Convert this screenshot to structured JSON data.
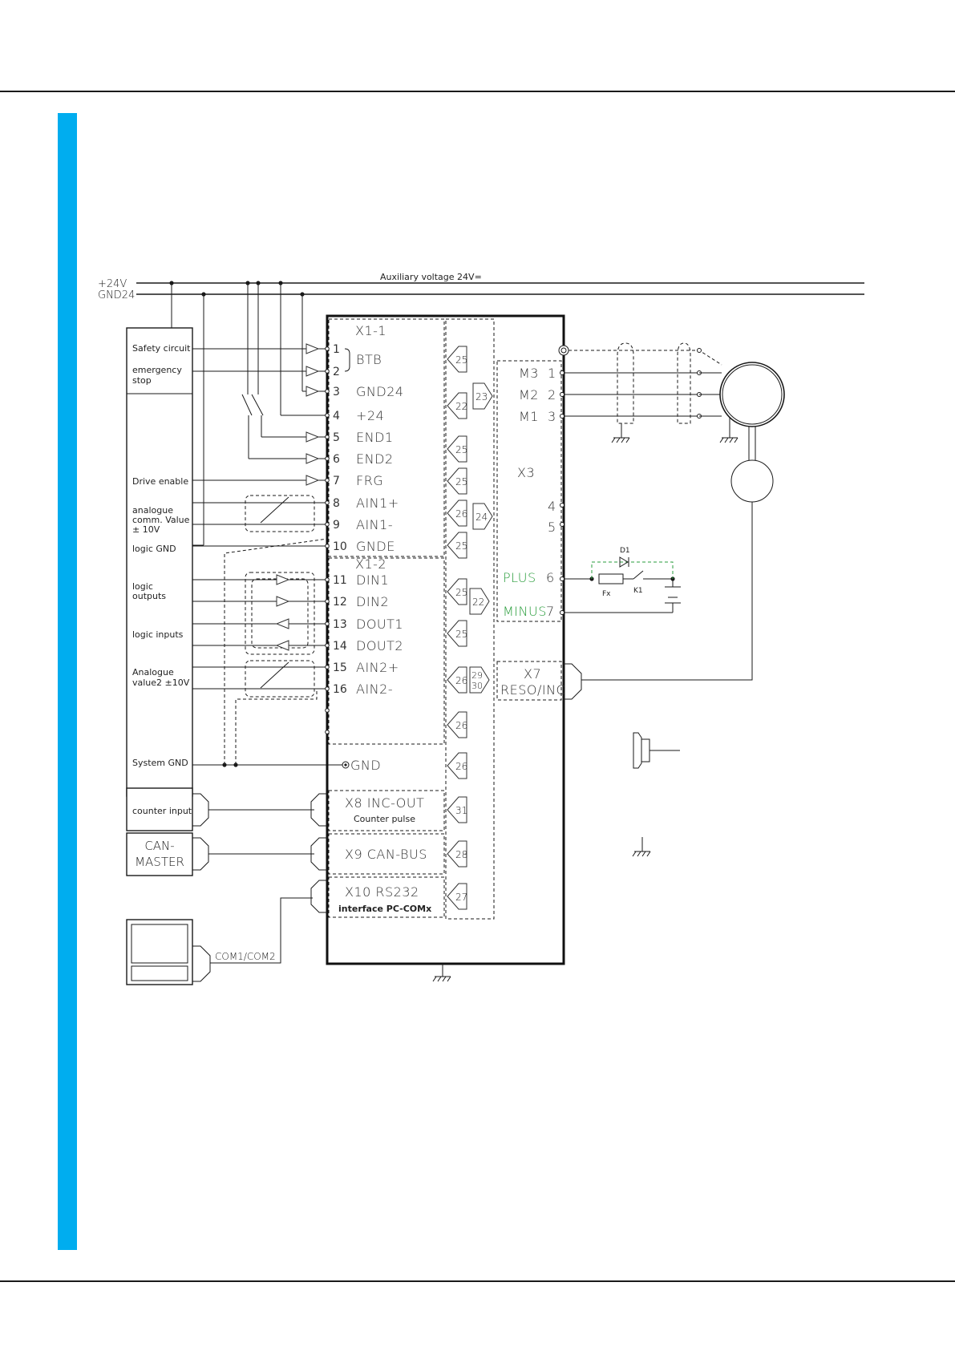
{
  "supply": {
    "plus_24v": "+24V",
    "gnd24": "GND24",
    "aux_voltage": "Auxiliary voltage 24V="
  },
  "left_panel": {
    "safety_circuit": "Safety circuit",
    "emergency_stop_1": "emergency",
    "emergency_stop_2": "stop",
    "drive_enable": "Drive enable",
    "analogue_comm_1": "analogue",
    "analogue_comm_2": "comm. Value",
    "analogue_comm_3": "± 10V",
    "logic_gnd": "logic GND",
    "logic_outputs_1": "logic",
    "logic_outputs_2": "outputs",
    "logic_inputs": "logic inputs",
    "analogue_value2_1": "Analogue",
    "analogue_value2_2": "value2  ±10V",
    "system_gnd": "System GND",
    "counter_input": "counter input",
    "can_master_1": "CAN-",
    "can_master_2": "MASTER",
    "com_port": "COM1/COM2"
  },
  "x1_1": {
    "title": "X1-1",
    "btb": "BTB",
    "pins": [
      {
        "num": "1",
        "label": ""
      },
      {
        "num": "2",
        "label": ""
      },
      {
        "num": "3",
        "label": "GND24"
      },
      {
        "num": "4",
        "label": "+24"
      },
      {
        "num": "5",
        "label": "END1"
      },
      {
        "num": "6",
        "label": "END2"
      },
      {
        "num": "7",
        "label": "FRG"
      },
      {
        "num": "8",
        "label": "AIN1+"
      },
      {
        "num": "9",
        "label": "AIN1-"
      },
      {
        "num": "10",
        "label": "GNDE"
      }
    ]
  },
  "x1_2": {
    "title": "X1-2",
    "pins": [
      {
        "num": "11",
        "label": "DIN1"
      },
      {
        "num": "12",
        "label": "DIN2"
      },
      {
        "num": "13",
        "label": "DOUT1"
      },
      {
        "num": "14",
        "label": "DOUT2"
      },
      {
        "num": "15",
        "label": "AIN2+"
      },
      {
        "num": "16",
        "label": "AIN2-"
      }
    ]
  },
  "gnd_label": "GND",
  "x8": {
    "title": "X8  INC-OUT",
    "sub": "Counter pulse"
  },
  "x9": {
    "title": "X9   CAN-BUS"
  },
  "x10": {
    "title": "X10  RS232",
    "sub": "interface PC-COMx"
  },
  "refs": {
    "r25a": "25",
    "r22a": "22",
    "r23": "23",
    "r25b": "25",
    "r25c": "25",
    "r26a": "26",
    "r24": "24",
    "r25d": "25",
    "r25e": "25",
    "r22b": "22",
    "r25f": "25",
    "r26b": "26",
    "r29": "29",
    "r30": "30",
    "r26c": "26",
    "r26d": "26",
    "r31": "31",
    "r28": "28",
    "r27": "27"
  },
  "x3": {
    "title": "X3",
    "m3": "M3",
    "m2": "M2",
    "m1": "M1",
    "n1": "1",
    "n2": "2",
    "n3": "3",
    "n4": "4",
    "n5": "5",
    "plus": "PLUS",
    "n6": "6",
    "minus": "MINUS",
    "n7": "7"
  },
  "x7": {
    "title": "X7",
    "sub": "RESO/INC"
  },
  "brake": {
    "d1": "D1",
    "fx": "Fx",
    "k1": "K1"
  },
  "colors": {
    "accent": "#00adef",
    "green": "#2a9d3c",
    "line": "#1a1a1a"
  }
}
